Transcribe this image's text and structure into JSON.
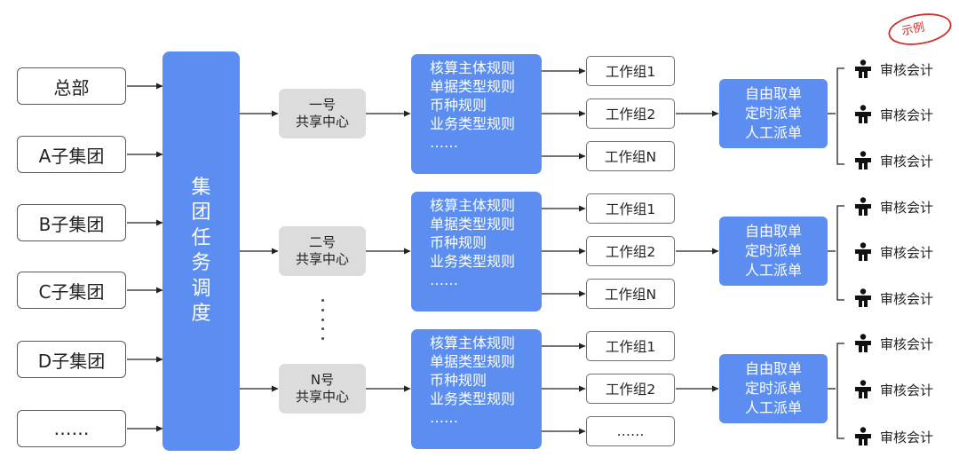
{
  "sources": [
    "总部",
    "A子集团",
    "B子集团",
    "C子集团",
    "D子集团",
    "……"
  ],
  "dispatch_label": [
    "集",
    "团",
    "任",
    "务",
    "调",
    "度"
  ],
  "centers": [
    {
      "line1": "一号",
      "line2": "共享中心"
    },
    {
      "line1": "二号",
      "line2": "共享中心"
    },
    {
      "line1": "N号",
      "line2": "共享中心"
    }
  ],
  "rules": [
    "核算主体规则",
    "单据类型规则",
    "币种规则",
    "业务类型规则",
    "……"
  ],
  "workgroups": [
    [
      "工作组1",
      "工作组2",
      "工作组N"
    ],
    [
      "工作组1",
      "工作组2",
      "工作组N"
    ],
    [
      "工作组1",
      "工作组2",
      "……"
    ]
  ],
  "dispatch_modes": [
    "自由取单",
    "定时派单",
    "人工派单"
  ],
  "accountant_label": "审核会计",
  "stamp_label": "示例",
  "colors": {
    "accent_blue": "#5b8ef0",
    "center_gray": "#dcdcdc",
    "stamp_red": "#d0302b"
  }
}
